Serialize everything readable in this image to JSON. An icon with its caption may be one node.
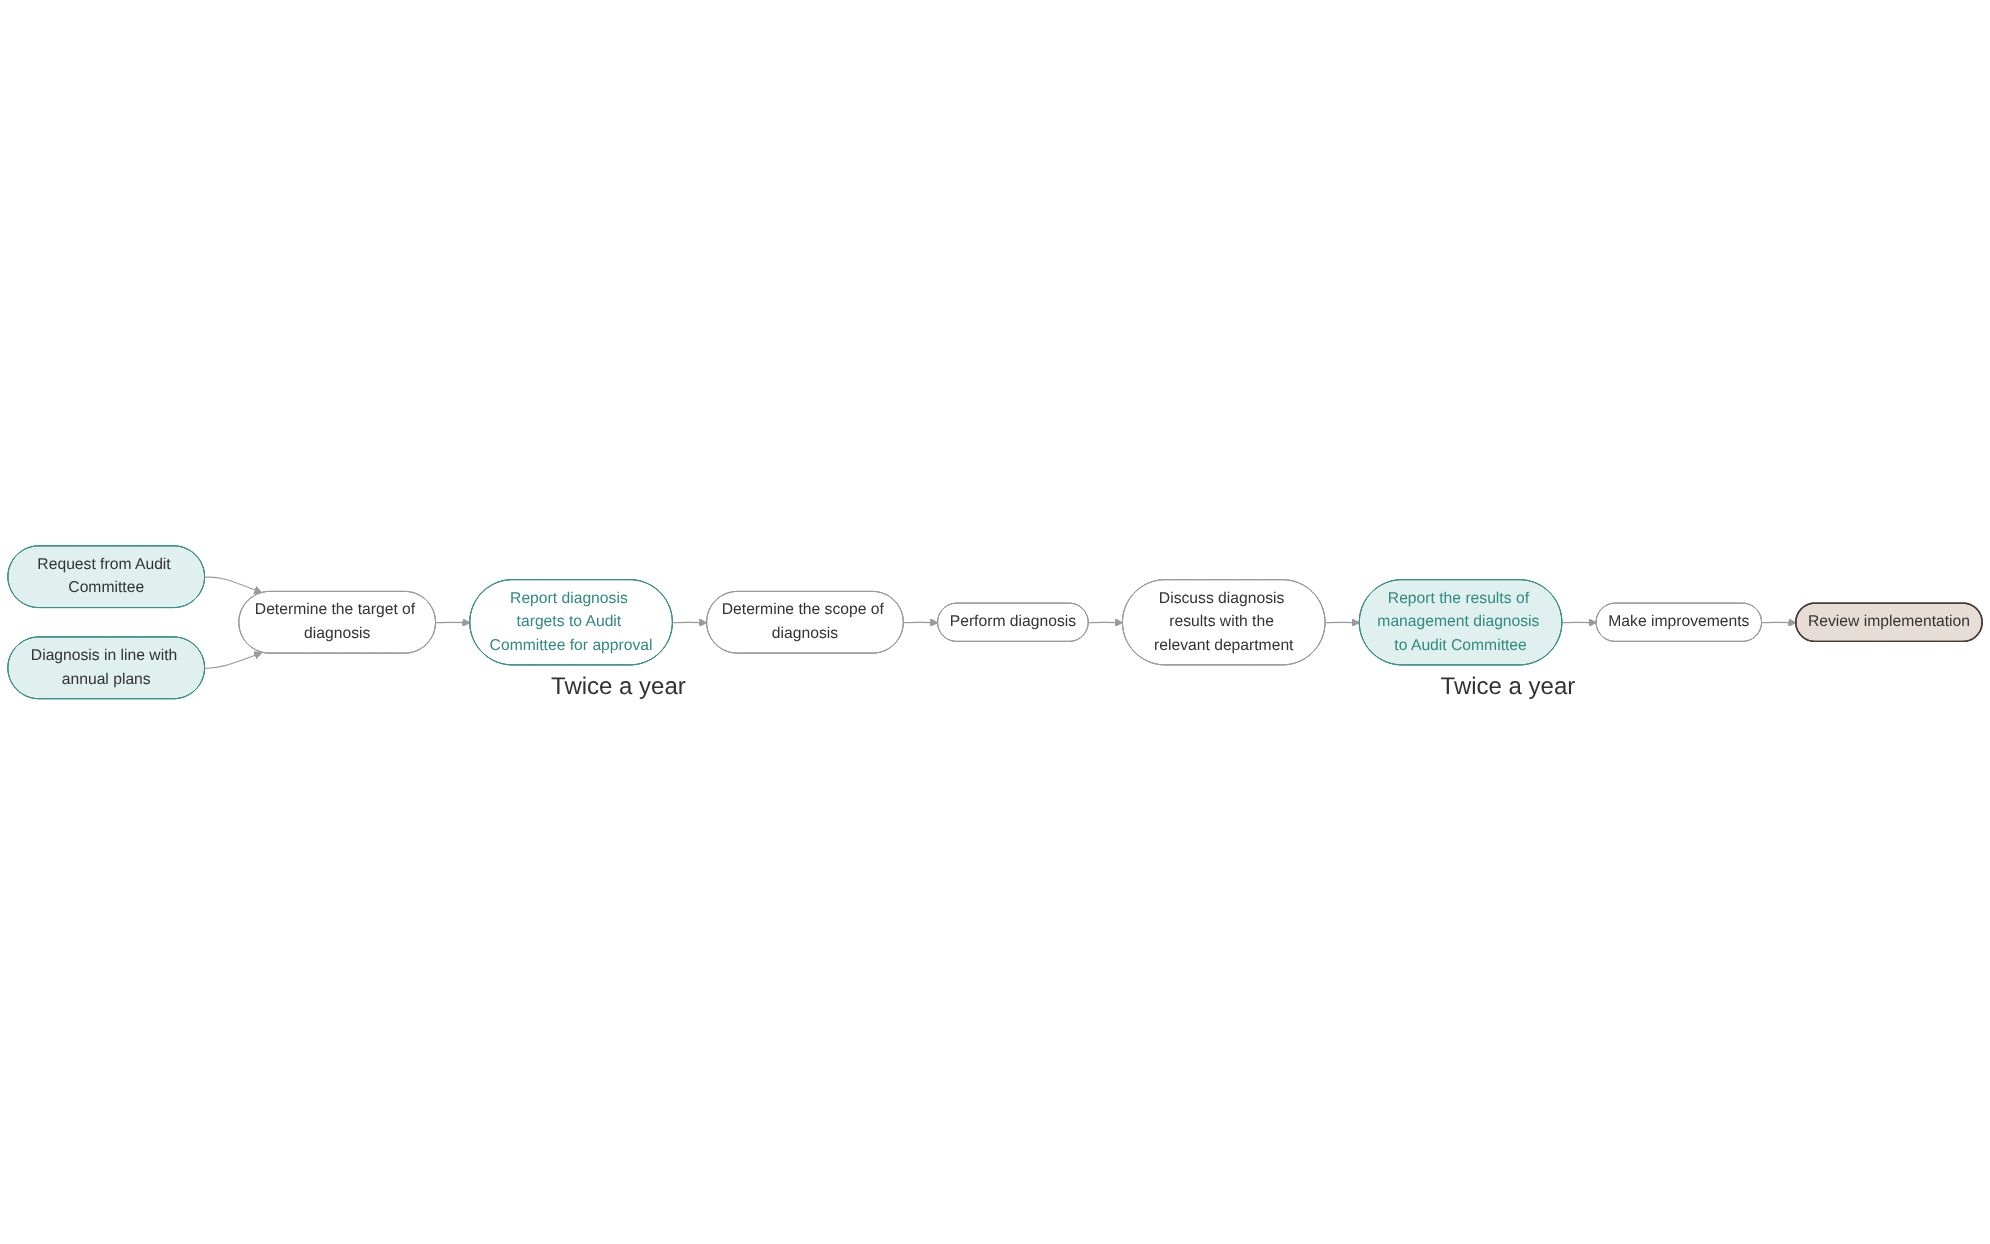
{
  "diagram": {
    "nodes": [
      {
        "text": [
          "Request from Audit Committee"
        ]
      },
      {
        "text": [
          "Diagnosis in line with annual plans"
        ]
      },
      {
        "text": [
          "Determine the target of diagnosis"
        ]
      },
      {
        "text": [
          "Report diagnosis targets to Audit Committee for approval"
        ],
        "beside": [
          "Twice a year"
        ]
      },
      {
        "text": [
          "Determine the scope of diagnosis"
        ]
      },
      {
        "text": [
          "Perform diagnosis"
        ]
      },
      {
        "text": [
          "Discuss diagnosis results with the relevant department"
        ]
      },
      {
        "text": [
          "Report the results of management diagnosis to Audit Committee"
        ],
        "beside": [
          "Twice a year"
        ]
      },
      {
        "text": [
          "Make improvements"
        ]
      },
      {
        "text": [
          "Review implementation"
        ]
      }
    ],
    "edges": [
      {
        "from": 0,
        "to": 2,
        "arrow": "to"
      },
      {
        "from": 1,
        "to": 2,
        "arrow": "to"
      },
      {
        "from": 2,
        "to": 3,
        "arrow": "to"
      },
      {
        "from": 3,
        "to": 4,
        "arrow": "to"
      },
      {
        "from": 4,
        "to": 5,
        "arrow": "to"
      },
      {
        "from": 5,
        "to": 6,
        "arrow": "to"
      },
      {
        "from": 6,
        "to": 7,
        "arrow": "to"
      },
      {
        "from": 7,
        "to": 8,
        "arrow": "to"
      },
      {
        "from": 8,
        "to": 9,
        "arrow": "to"
      }
    ]
  }
}
